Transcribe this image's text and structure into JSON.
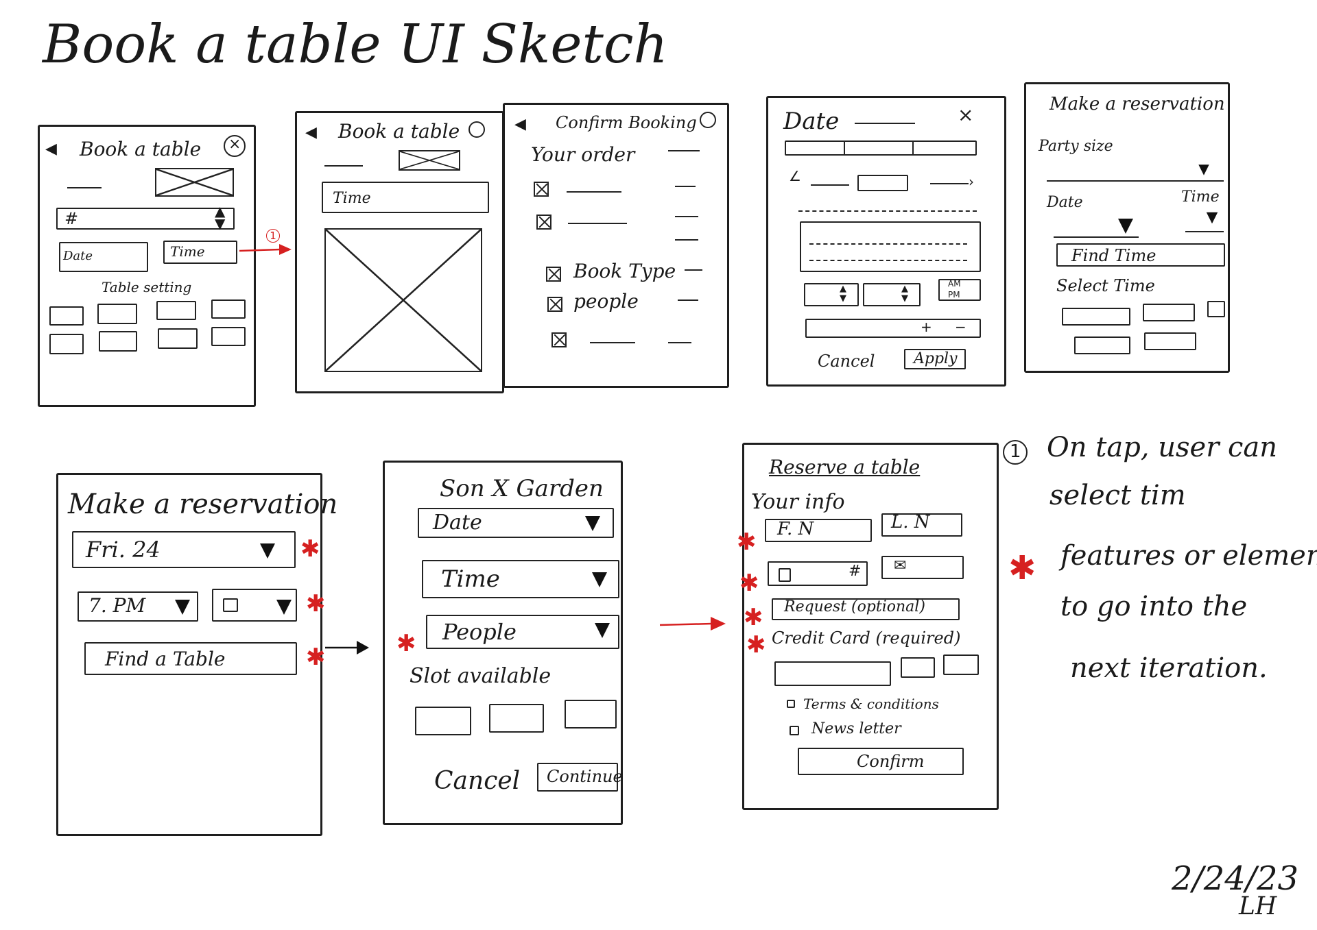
{
  "title": "Book a table UI Sketch",
  "colors": {
    "ink": "#1a1a1a",
    "accent": "#d62020"
  },
  "screens": {
    "s1": {
      "title": "Book a table",
      "hash": "#",
      "date": "Date",
      "time": "Time",
      "section": "Table setting",
      "marker": "1"
    },
    "s2": {
      "title": "Book a table",
      "time": "Time"
    },
    "s3": {
      "title": "Confirm Booking",
      "order": "Your order",
      "book_type": "Book Type",
      "people": "people"
    },
    "s4": {
      "title": "Date",
      "close": "×",
      "am": "AM",
      "pm": "PM",
      "plus": "+",
      "minus": "−",
      "cancel": "Cancel",
      "apply": "Apply"
    },
    "s5": {
      "title": "Make a reservation",
      "party_size": "Party size",
      "date": "Date",
      "time": "Time",
      "find_time": "Find Time",
      "select_time": "Select Time"
    },
    "s6": {
      "title": "Make a reservation",
      "date_value": "Fri. 24",
      "time_value": "7. PM",
      "find_table": "Find a Table"
    },
    "s7": {
      "title": "Son X Garden",
      "date": "Date",
      "time": "Time",
      "people": "People",
      "slot": "Slot available",
      "cancel": "Cancel",
      "continue": "Continue"
    },
    "s8": {
      "title": "Reserve a table",
      "your_info": "Your info",
      "first_name": "F. N",
      "last_name": "L. N",
      "hash": "#",
      "request": "Request (optional)",
      "credit_card": "Credit Card (required)",
      "terms": "Terms & conditions",
      "newsletter": "News letter",
      "confirm": "Confirm"
    }
  },
  "notes": {
    "note1_marker": "1",
    "note1_line1": "On tap, user can",
    "note1_line2": "select tim",
    "legend_line1": "features or elements",
    "legend_line2": "to go into the",
    "legend_line3": "next iteration."
  },
  "signature": {
    "date": "2/24/23",
    "initials": "LH"
  }
}
